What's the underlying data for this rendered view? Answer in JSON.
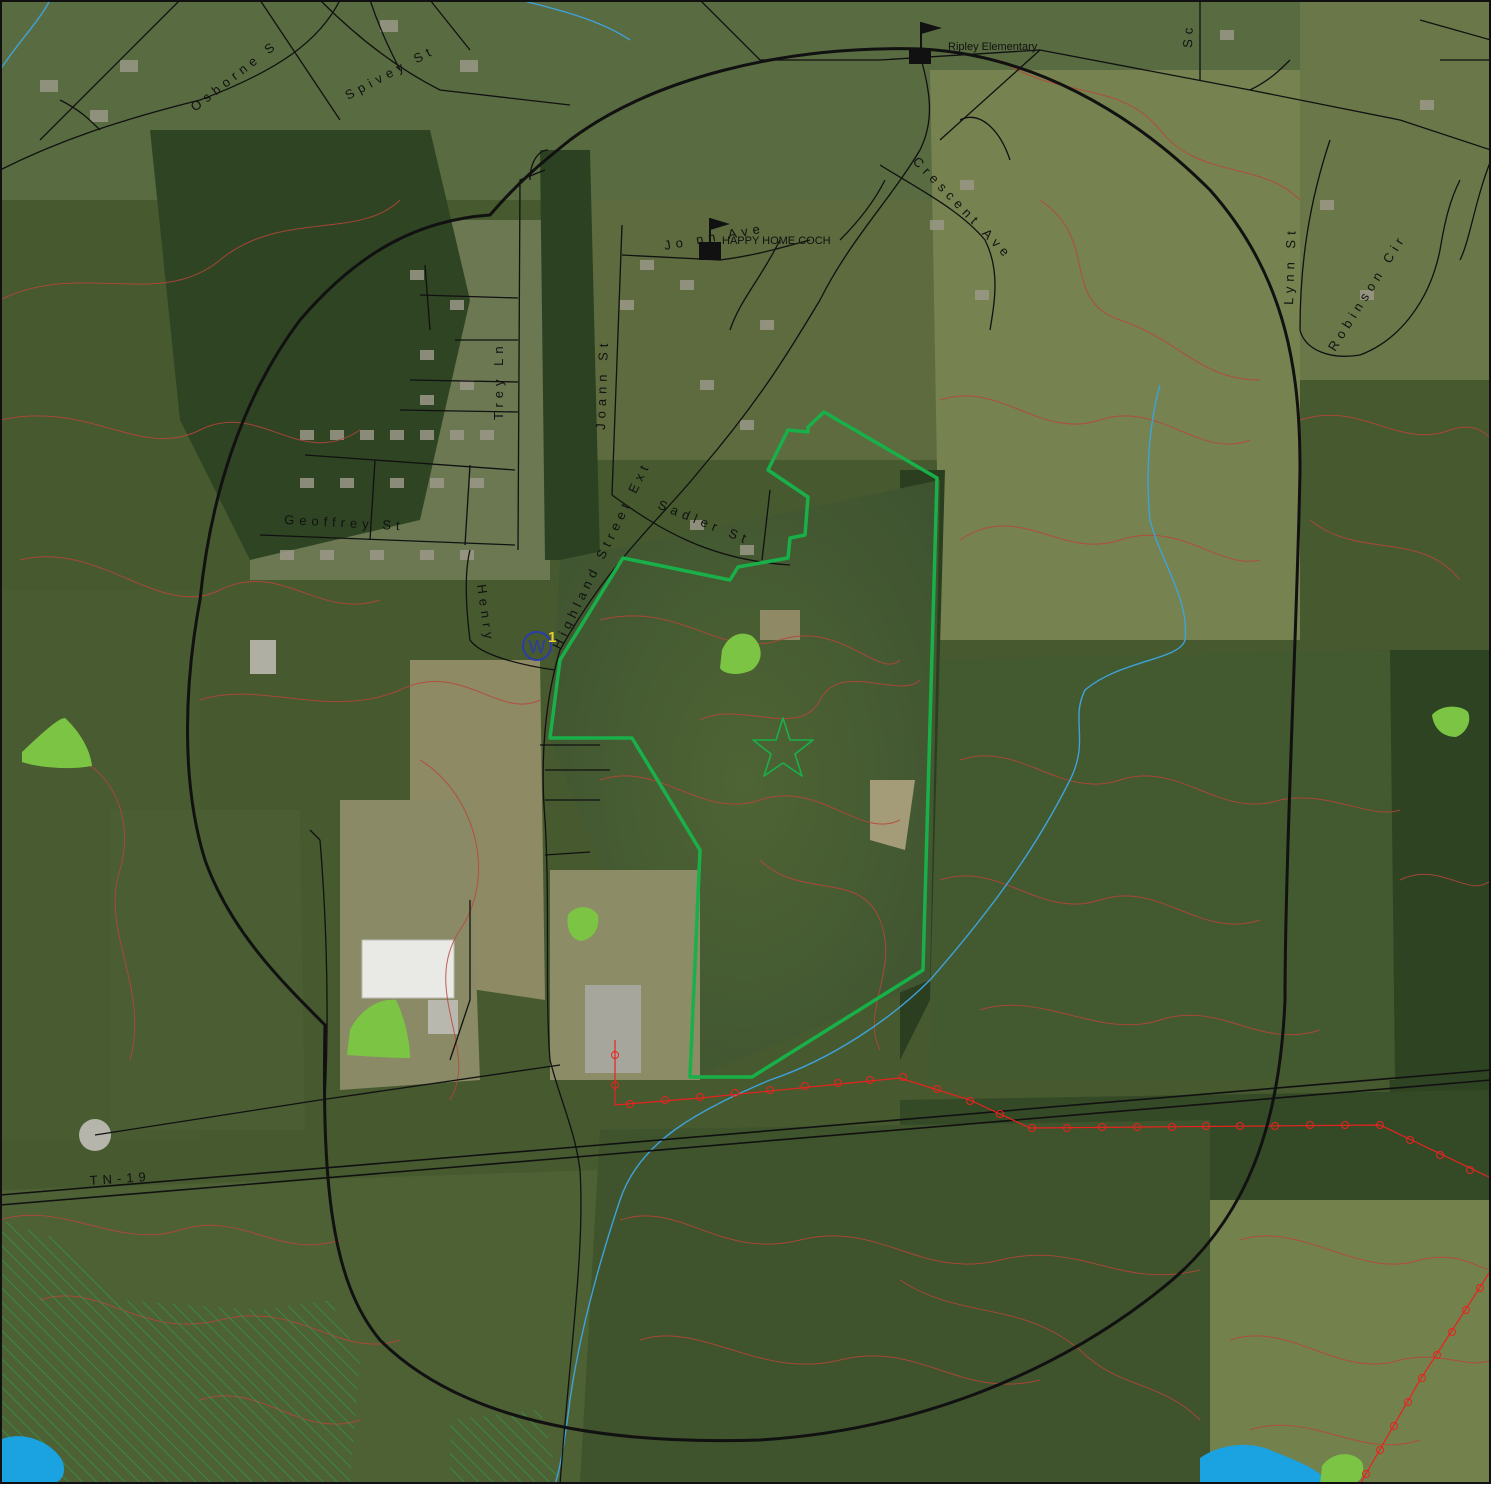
{
  "map": {
    "streets": [
      {
        "id": "osborne",
        "label": "Osborne S"
      },
      {
        "id": "spivey",
        "label": "Spivey St"
      },
      {
        "id": "trey",
        "label": "Trey Ln"
      },
      {
        "id": "geoffrey",
        "label": "Geoffrey St"
      },
      {
        "id": "joann",
        "label": "Joann St"
      },
      {
        "id": "highland",
        "label": "Highland Street Ext"
      },
      {
        "id": "sadler",
        "label": "Sadler St"
      },
      {
        "id": "henry",
        "label": "Henry"
      },
      {
        "id": "crescent",
        "label": "Crescent Ave"
      },
      {
        "id": "joann-ave",
        "label": "Jo   nn Ave"
      },
      {
        "id": "lynn",
        "label": "Lynn St"
      },
      {
        "id": "robinson",
        "label": "Robinson Cir"
      },
      {
        "id": "sc",
        "label": "Sc"
      },
      {
        "id": "tn19",
        "label": "TN-19"
      }
    ],
    "pois": [
      {
        "id": "ripley-elementary",
        "label": "Ripley Elementary",
        "icon": "school-flag-icon"
      },
      {
        "id": "happy-home",
        "label": "HAPPY HOME COCH",
        "icon": "church-flag-icon"
      }
    ],
    "well": {
      "label": "1",
      "symbol": "W",
      "icon": "well-icon"
    },
    "site_marker": {
      "icon": "star-icon"
    },
    "colors": {
      "site_boundary": "#19b04a",
      "buffer_ring": "#111111",
      "contours": "#b8453a",
      "stream": "#3fa2d8",
      "pipeline": "#e8231f",
      "wetland": "#7cc443",
      "water": "#1aa3e0",
      "well": "#2b3cab"
    }
  }
}
